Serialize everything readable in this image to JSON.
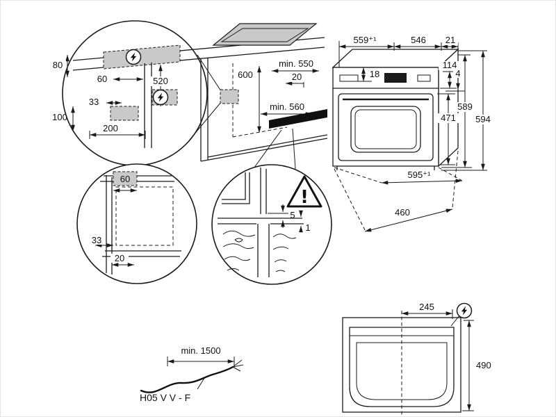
{
  "colors": {
    "line": "#1a1a1a",
    "zone_gray": "#c9c9c9",
    "vent_black": "#101010",
    "background": "#ffffff"
  },
  "icons": {
    "power": "lightning-icon",
    "warning": "warning-icon"
  },
  "detail_electrical": {
    "d80": "80",
    "d60": "60",
    "d520": "520",
    "d33": "33",
    "d100": "100",
    "d200": "200"
  },
  "cabinet": {
    "d600": "600",
    "dmin550": "min. 550",
    "d20": "20",
    "dmin560": "min. 560"
  },
  "oven": {
    "d559": "559⁺¹",
    "d546": "546",
    "d21": "21",
    "d18": "18",
    "d114": "114",
    "d4": "4",
    "d471": "471",
    "d589": "589",
    "d594": "594",
    "d595": "595⁺¹",
    "d460": "460"
  },
  "detail_corner": {
    "d60": "60",
    "d33": "33",
    "d20": "20"
  },
  "detail_vent": {
    "d5": "5",
    "d1": "1",
    "warning_glyph": "!"
  },
  "cable": {
    "dmin1500": "min. 1500",
    "cable_type": "H05 V V - F"
  },
  "top_view": {
    "d245": "245",
    "d490": "490"
  }
}
